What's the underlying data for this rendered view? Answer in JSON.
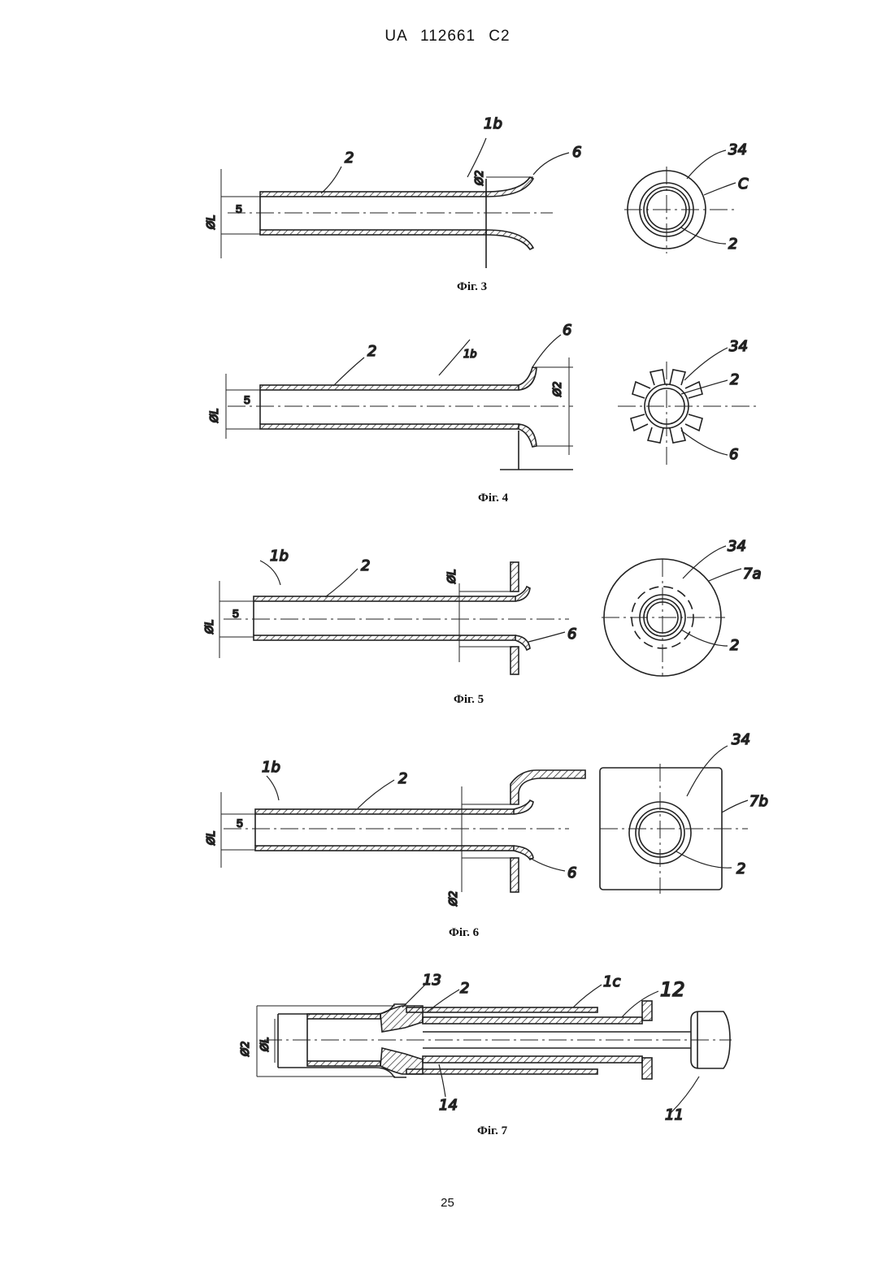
{
  "header": {
    "text": "UA   112661   C2"
  },
  "page_number": "25",
  "figures": [
    {
      "caption": "Фіг. 3",
      "labels": {
        "ref_1b": "1b",
        "ref_2": "2",
        "ref_6": "6",
        "ref_5": "5",
        "ref_34": "34",
        "ref_c": "C",
        "ref_2b": "2",
        "dim_d1": "ØL",
        "dim_d2": "Ø2"
      }
    },
    {
      "caption": "Фіг. 4",
      "labels": {
        "ref_1b": "1b",
        "ref_2": "2",
        "ref_6": "6",
        "ref_5": "5",
        "ref_34": "34",
        "ref_2b": "2",
        "ref_6b": "6",
        "dim_d1": "ØL",
        "dim_d2": "Ø2"
      }
    },
    {
      "caption": "Фіг. 5",
      "labels": {
        "ref_1b": "1b",
        "ref_2": "2",
        "ref_6": "6",
        "ref_5": "5",
        "ref_34": "34",
        "ref_7a": "7a",
        "ref_2b": "2",
        "dim_d1": "ØL",
        "dim_d2": "ØL"
      }
    },
    {
      "caption": "Фіг. 6",
      "labels": {
        "ref_1b": "1b",
        "ref_2": "2",
        "ref_6": "6",
        "ref_5": "5",
        "ref_34": "34",
        "ref_7b": "7b",
        "ref_2b": "2",
        "dim_d1": "ØL",
        "dim_d2": "Ø2"
      }
    },
    {
      "caption": "Фіг. 7",
      "labels": {
        "ref_13": "13",
        "ref_2": "2",
        "ref_1c": "1c",
        "ref_12": "12",
        "ref_14": "14",
        "ref_11": "11",
        "dim_d2": "Ø2",
        "dim_d1": "ØL"
      }
    }
  ]
}
